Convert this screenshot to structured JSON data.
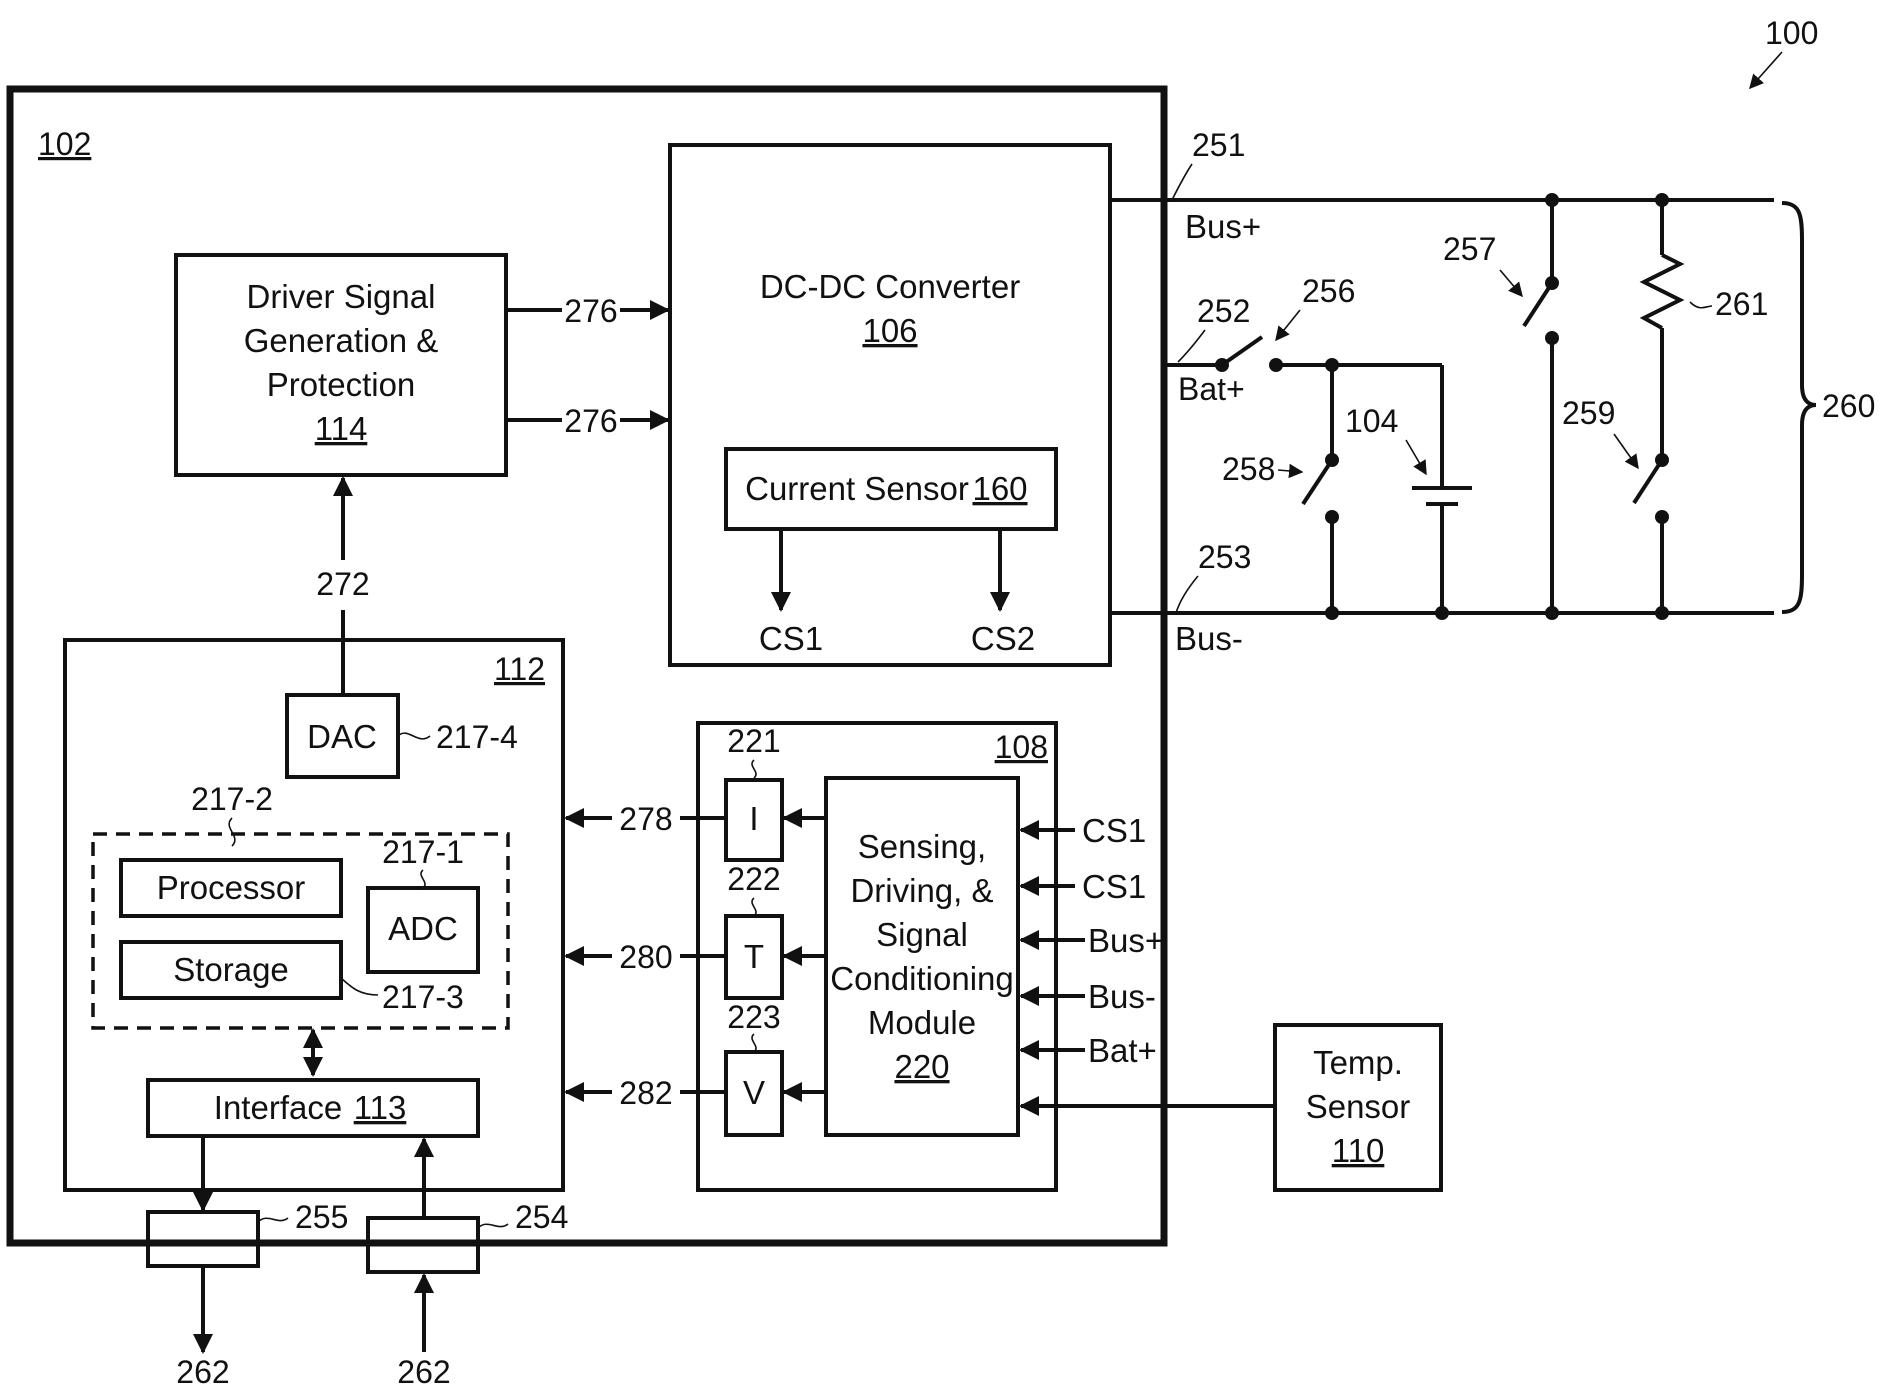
{
  "figure_ref": "100",
  "controller": {
    "ref": "102"
  },
  "driver_block": {
    "line1": "Driver Signal",
    "line2": "Generation &",
    "line3": "Protection",
    "ref": "114"
  },
  "converter_block": {
    "title": "DC-DC Converter",
    "ref": "106",
    "current_sensor_label": "Current Sensor",
    "current_sensor_ref": "160",
    "cs1": "CS1",
    "cs2": "CS2"
  },
  "processor_block": {
    "ref": "112",
    "dac": "DAC",
    "dac_ref": "217-4",
    "group_ref": "217-2",
    "processor": "Processor",
    "storage": "Storage",
    "storage_ref": "217-3",
    "adc": "ADC",
    "adc_ref": "217-1",
    "interface": "Interface",
    "interface_ref": "113"
  },
  "sensing_block": {
    "ref": "108",
    "module_line1": "Sensing,",
    "module_line2": "Driving, &",
    "module_line3": "Signal",
    "module_line4": "Conditioning",
    "module_line5": "Module",
    "module_ref": "220",
    "i_label": "I",
    "i_ref": "221",
    "t_label": "T",
    "t_ref": "222",
    "v_label": "V",
    "v_ref": "223",
    "inputs": [
      "CS1",
      "CS1",
      "Bus+",
      "Bus-",
      "Bat+"
    ]
  },
  "temp_sensor": {
    "line1": "Temp.",
    "line2": "Sensor",
    "ref": "110"
  },
  "signals": {
    "s276a": "276",
    "s276b": "276",
    "s272": "272",
    "s278": "278",
    "s280": "280",
    "s282": "282",
    "s255": "255",
    "s254": "254",
    "s262a": "262",
    "s262b": "262"
  },
  "circuit": {
    "bus_plus": "Bus+",
    "bus_minus": "Bus-",
    "bat_plus": "Bat+",
    "r251": "251",
    "r252": "252",
    "r253": "253",
    "r256": "256",
    "r257": "257",
    "r258": "258",
    "r259": "259",
    "r261": "261",
    "r104": "104",
    "r260": "260"
  }
}
